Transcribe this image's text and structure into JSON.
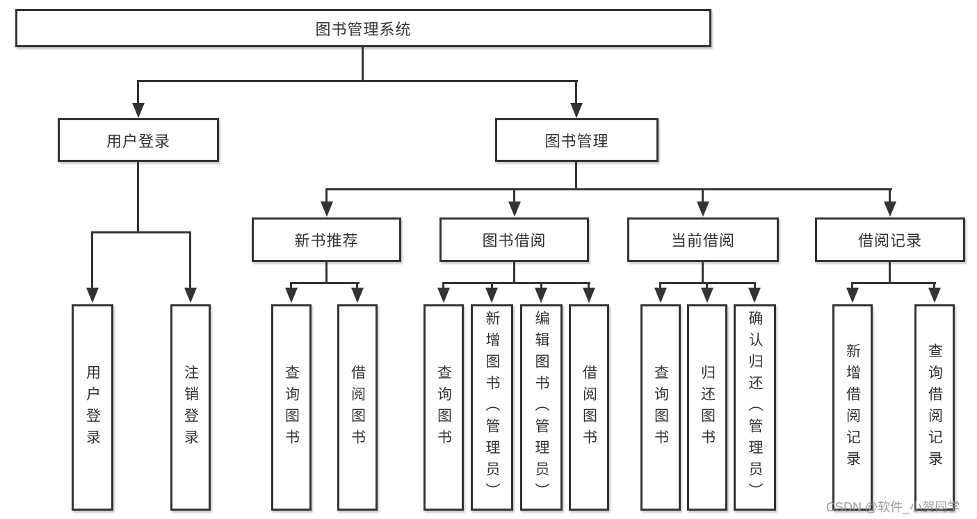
{
  "diagram_type": "hierarchy-tree",
  "colors": {
    "line": "#333333",
    "box_border": "#333333",
    "box_background": "#ffffff",
    "text": "#333333",
    "watermark": "#949494"
  },
  "tree": {
    "label": "图书管理系统",
    "children": [
      {
        "label": "用户登录",
        "children": [
          {
            "label": "用户登录"
          },
          {
            "label": "注销登录"
          }
        ]
      },
      {
        "label": "图书管理",
        "children": [
          {
            "label": "新书推荐",
            "children": [
              {
                "label": "查询图书"
              },
              {
                "label": "借阅图书"
              }
            ]
          },
          {
            "label": "图书借阅",
            "children": [
              {
                "label": "查询图书"
              },
              {
                "label": "新增图书（管理员）"
              },
              {
                "label": "编辑图书（管理员）"
              },
              {
                "label": "借阅图书"
              }
            ]
          },
          {
            "label": "当前借阅",
            "children": [
              {
                "label": "查询图书"
              },
              {
                "label": "归还图书"
              },
              {
                "label": "确认归还（管理员）"
              }
            ]
          },
          {
            "label": "借阅记录",
            "children": [
              {
                "label": "新增借阅记录"
              },
              {
                "label": "查询借阅记录"
              }
            ]
          }
        ]
      }
    ]
  },
  "watermark": {
    "text": "CSDN @软件_小贺同学"
  }
}
